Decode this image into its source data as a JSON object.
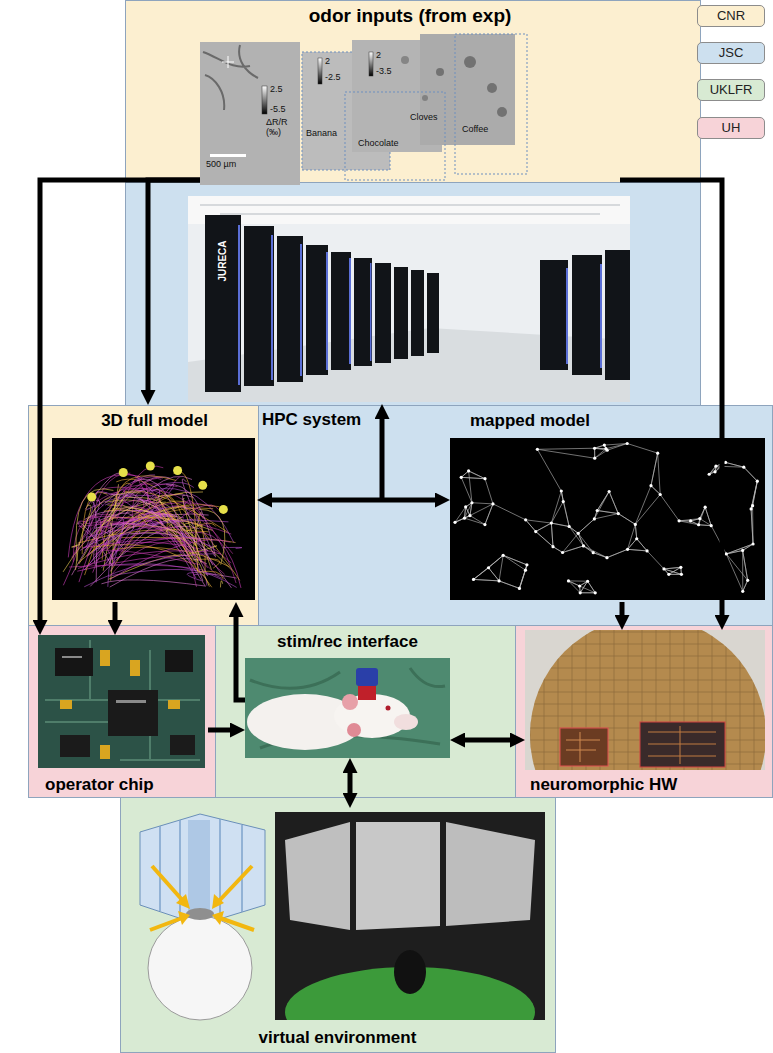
{
  "diagram": {
    "nodes": [
      {
        "text": [
          "odor inputs (from exp)"
        ]
      },
      {
        "text": [
          "HPC system"
        ]
      },
      {
        "text": [
          "3D full model"
        ]
      },
      {
        "text": [
          "mapped model"
        ]
      },
      {
        "text": [
          "operator chip"
        ]
      },
      {
        "text": [
          "stim/rec interface"
        ]
      },
      {
        "text": [
          "neuromorphic HW"
        ]
      },
      {
        "text": [
          "virtual environment"
        ]
      }
    ],
    "edges": [
      {
        "from": 0,
        "to": 2,
        "arrow": "to"
      },
      {
        "from": 0,
        "to": 4,
        "arrow": "to"
      },
      {
        "from": 0,
        "to": 6,
        "arrow": "to"
      },
      {
        "from": 2,
        "to": 3,
        "arrow": "both"
      },
      {
        "from": 2,
        "to": 4,
        "arrow": "to"
      },
      {
        "from": 3,
        "to": 6,
        "arrow": "to"
      },
      {
        "from": 4,
        "to": 5,
        "arrow": "to"
      },
      {
        "from": 5,
        "to": 2,
        "arrow": "to"
      },
      {
        "from": 5,
        "to": 6,
        "arrow": "both"
      },
      {
        "from": 5,
        "to": 7,
        "arrow": "both"
      }
    ],
    "labels": [
      "2.5",
      "-5.5",
      "ΔR/R (‰)",
      "500 µm",
      "Banana",
      "2",
      "-2.5",
      "Chocolate",
      "2",
      "-3.5",
      "Cloves",
      "Coffee",
      "JURECA"
    ],
    "legend": [
      {
        "text": "CNR",
        "color": "#fcefd0"
      },
      {
        "text": "JSC",
        "color": "#cde0ef"
      },
      {
        "text": "UKLFR",
        "color": "#d8ead3"
      },
      {
        "text": "UH",
        "color": "#f7d3d8"
      }
    ]
  }
}
